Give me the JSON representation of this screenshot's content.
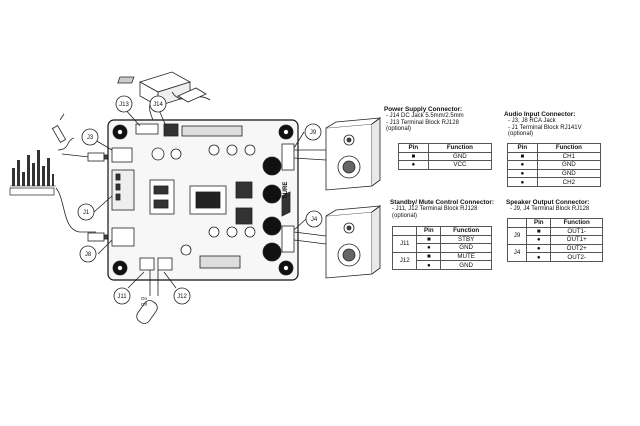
{
  "connector_labels": {
    "j3": "J3",
    "j13": "J13",
    "j14": "J14",
    "j9": "J9",
    "j1": "J1",
    "j4": "J4",
    "j8": "J8",
    "j11": "J11",
    "j12": "J12"
  },
  "board_text": {
    "brand": "SURE",
    "on_label": "On",
    "off_label": "Off"
  },
  "power_supply": {
    "title": "Power Supply Connector:",
    "lines": [
      "- J14 DC Jack 5.5mm/2.5mm",
      "- J13 Terminal Block RJ128",
      "(optional)"
    ],
    "headers": [
      "Pin",
      "Function"
    ],
    "rows": [
      [
        "■",
        "GND"
      ],
      [
        "●",
        "VCC"
      ]
    ]
  },
  "audio_input": {
    "title": "Audio Input Connector:",
    "lines": [
      "- J3, J8 RCA Jack",
      "- J1 Terminal Block RJ141V",
      "(optional)"
    ],
    "headers": [
      "Pin",
      "Function"
    ],
    "rows": [
      [
        "■",
        "CH1"
      ],
      [
        "●",
        "GND"
      ],
      [
        "●",
        "GND"
      ],
      [
        "●",
        "CH2"
      ]
    ]
  },
  "standby_mute": {
    "title": "Standby/ Mute Control Connector:",
    "lines": [
      "- J11, J12 Terminal Block RJ128",
      "(optional)"
    ],
    "headers": [
      "",
      "Pin",
      "Function"
    ],
    "groups": [
      {
        "name": "J11",
        "rows": [
          [
            "■",
            "STBY"
          ],
          [
            "●",
            "GND"
          ]
        ]
      },
      {
        "name": "J12",
        "rows": [
          [
            "■",
            "MUTE"
          ],
          [
            "●",
            "GND"
          ]
        ]
      }
    ]
  },
  "speaker_output": {
    "title": "Speaker Output Connector:",
    "lines": [
      "- J9, J4 Terminal Block RJ128"
    ],
    "headers": [
      "",
      "Pin",
      "Function"
    ],
    "groups": [
      {
        "name": "J9",
        "rows": [
          [
            "■",
            "OUT1-"
          ],
          [
            "●",
            "OUT1+"
          ]
        ]
      },
      {
        "name": "J4",
        "rows": [
          [
            "●",
            "OUT2+"
          ],
          [
            "●",
            "OUT2-"
          ]
        ]
      }
    ]
  }
}
